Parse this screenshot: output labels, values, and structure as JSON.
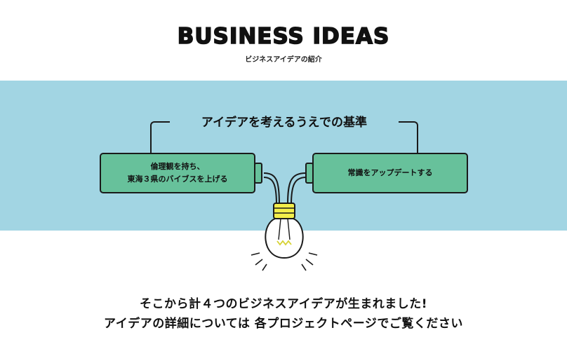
{
  "header": {
    "title": "BUSINESS IDEAS",
    "subtitle": "ビジネスアイデアの紹介"
  },
  "criteria": {
    "heading": "アイデアを考えるうえでの基準",
    "left_battery_lines": [
      "倫理観を持ち、",
      "東海３県のバイブスを上げる"
    ],
    "right_battery_label": "常識をアップデートする"
  },
  "footer": {
    "line1": "そこから計４つのビジネスアイデアが生まれました!",
    "line2": "アイデアの詳細については 各プロジェクトページでご覧ください"
  },
  "colors": {
    "band": "#a2d5e3",
    "battery": "#67c19b",
    "bulb_base": "#f3ee4a",
    "outline": "#1a1a1a"
  }
}
